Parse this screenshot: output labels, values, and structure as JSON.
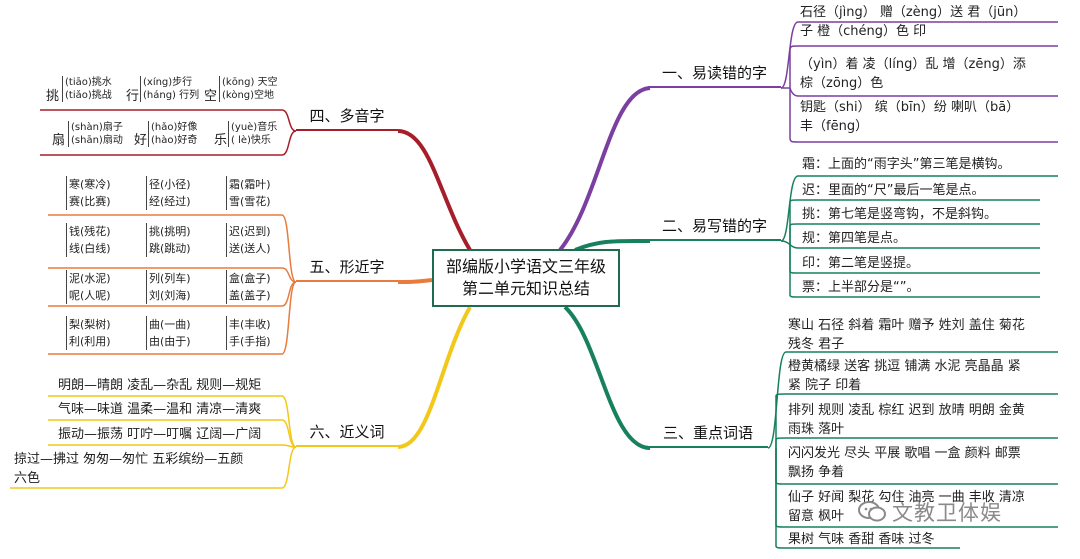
{
  "center": {
    "line1": "部编版小学语文三年级",
    "line2": "第二单元知识总结"
  },
  "topics": {
    "t1": "一、易读错的字",
    "t2": "二、易写错的字",
    "t3": "三、重点词语",
    "t4": "四、多音字",
    "t5": "五、形近字",
    "t6": "六、近义词"
  },
  "easy_read": [
    {
      "l1": "石径（jìng） 赠（zèng）送  君（jūn）",
      "l2": "子  橙（chéng）色 印"
    },
    {
      "l1": "（yìn）着  凌（líng）乱  增（zēng）添",
      "l2": "棕（zōng）色"
    },
    {
      "l1": "钥匙（shi）  缤（bīn）纷   喇叭（bā）",
      "l2": "丰（fēng）"
    }
  ],
  "easy_write": [
    "霜：上面的“雨字头”第三笔是横钩。",
    "迟：里面的“尺”最后一笔是点。",
    "挑：第七笔是竖弯钩，不是斜钩。",
    "规：第四笔是点。",
    "印：第二笔是竖提。",
    "票：上半部分是“”。"
  ],
  "key_words": [
    {
      "l1": "寒山 石径 斜着 霜叶 赠予 姓刘 盖住 菊花",
      "l2": "残冬 君子"
    },
    {
      "l1": "橙黄橘绿 送客 挑逗 铺满 水泥 亮晶晶 紧",
      "l2": "紧 院子 印着"
    },
    {
      "l1": "排列 规则 凌乱 棕红 迟到 放晴 明朗 金黄",
      "l2": "雨珠 落叶"
    },
    {
      "l1": "闪闪发光 尽头 平展 歌唱 一盒 颜料 邮票",
      "l2": "飘扬 争着"
    },
    {
      "l1": "仙子 好闻 梨花 勾住 油亮 一曲 丰收 清凉",
      "l2": "留意 枫叶"
    },
    {
      "l1": "果树 气味 香甜 香味 过冬",
      "l2": ""
    }
  ],
  "polyphones": {
    "row1": [
      {
        "char": "挑",
        "a": "(tiāo)挑水",
        "b": "(tiǎo)挑战"
      },
      {
        "char": "行",
        "a": "(xíng)步行",
        "b": "(háng) 行列"
      },
      {
        "char": "空",
        "a": "(kōng) 天空",
        "b": "(kòng)空地"
      }
    ],
    "row2": [
      {
        "char": "扇",
        "a": "(shàn)扇子",
        "b": "(shān)扇动"
      },
      {
        "char": "好",
        "a": "(hǎo)好像",
        "b": "(hào)好奇"
      },
      {
        "char": "乐",
        "a": "(yuè)音乐",
        "b": "( lè)快乐"
      }
    ]
  },
  "similar_chars": [
    [
      [
        "寒(寒冷)",
        "赛(比赛)"
      ],
      [
        "径(小径)",
        "经(经过)"
      ],
      [
        "霜(霜叶)",
        "雪(雪花)"
      ]
    ],
    [
      [
        "钱(残花)",
        "线(白线)"
      ],
      [
        "挑(挑明)",
        "跳(跳动)"
      ],
      [
        "迟(迟到)",
        "送(送人)"
      ]
    ],
    [
      [
        "泥(水泥)",
        "呢(人呢)"
      ],
      [
        "列(列车)",
        "刘(刘海)"
      ],
      [
        "盒(盒子)",
        "盖(盖子)"
      ]
    ],
    [
      [
        "梨(梨树)",
        "利(利用)"
      ],
      [
        "曲(一曲)",
        "由(由于)"
      ],
      [
        "丰(丰收)",
        "手(手指)"
      ]
    ]
  ],
  "synonyms": [
    {
      "l1": "明朗—晴朗 凌乱—杂乱 规则—规矩",
      "l2": ""
    },
    {
      "l1": "气味—味道 温柔—温和 清凉—清爽",
      "l2": ""
    },
    {
      "l1": "振动—振荡 叮咛—叮嘱 辽阔—广阔",
      "l2": ""
    },
    {
      "l1": "掠过—拂过 匆匆—匆忙 五彩缤纷—五颜",
      "l2": "六色"
    }
  ],
  "watermark": "文教卫体娱",
  "colors": {
    "purple": "#7a3fa0",
    "green": "#16805f",
    "red": "#a61e2a",
    "orange": "#e87b3d",
    "yellow": "#f2c81a",
    "center_border": "#1f6b4d"
  }
}
